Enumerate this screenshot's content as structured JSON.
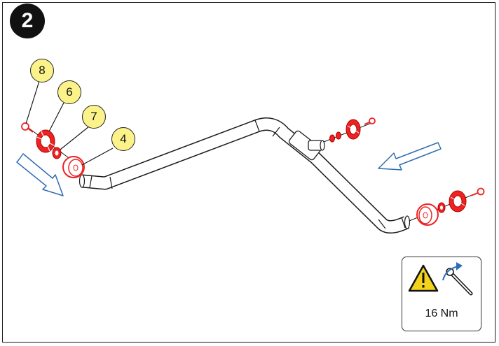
{
  "step": {
    "number": "2"
  },
  "callouts": [
    {
      "id": "8",
      "label": "8"
    },
    {
      "id": "6",
      "label": "6"
    },
    {
      "id": "7",
      "label": "7"
    },
    {
      "id": "4",
      "label": "4"
    }
  ],
  "torque": {
    "value": "16 Nm",
    "warning_icon": "warning-triangle-icon",
    "tool_icon": "torque-wrench-icon"
  },
  "colors": {
    "parts": "#ee2222",
    "arrows": "#2f6db3",
    "callout_fill": "#fbf28a",
    "outline": "#1a1a1a"
  }
}
